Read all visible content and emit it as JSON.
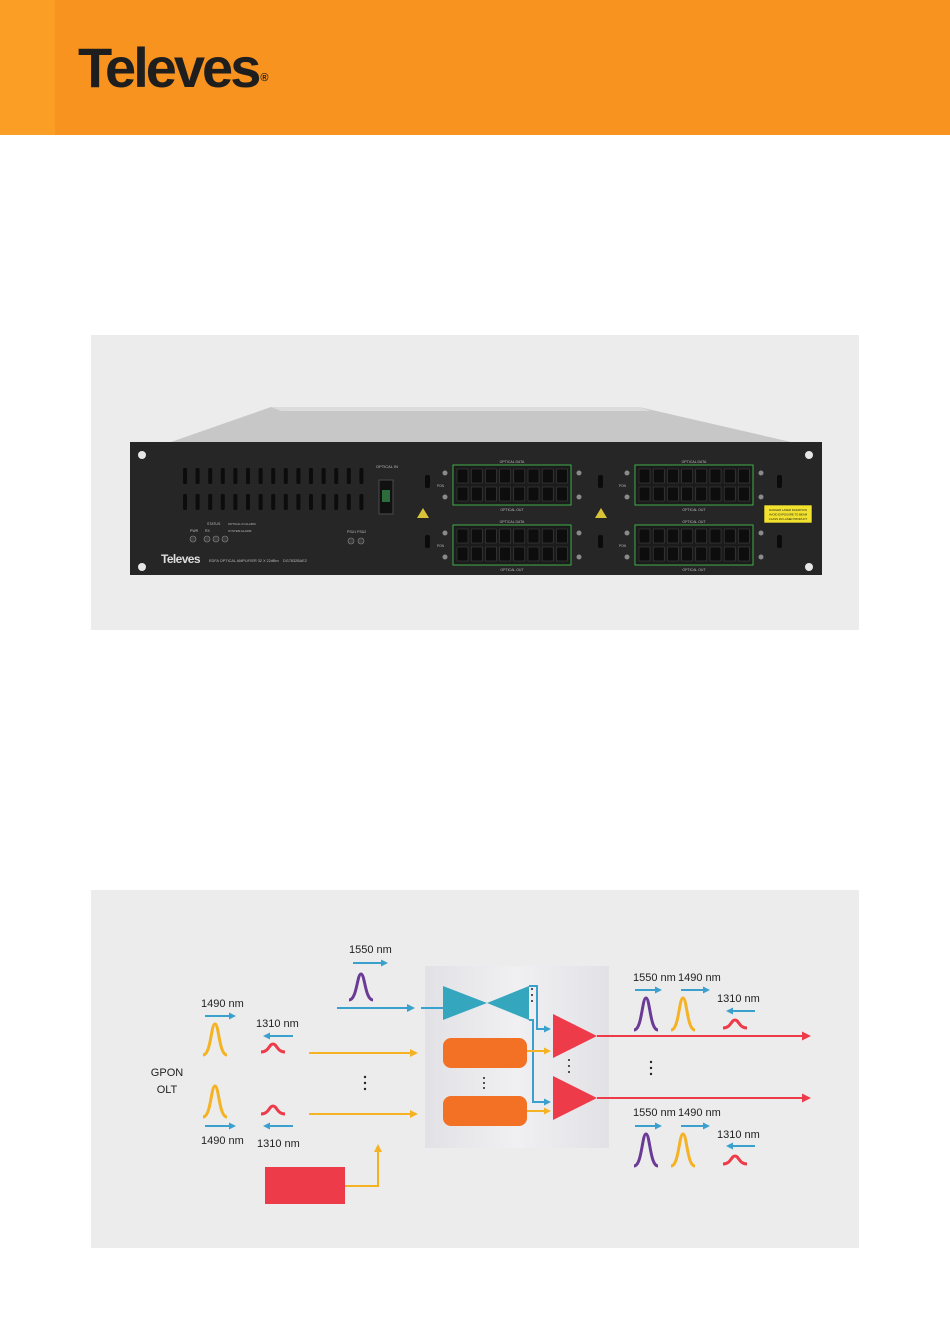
{
  "brand": {
    "name": "Televes",
    "reg_mark": "®"
  },
  "product": {
    "faceplate_logo": "Televes",
    "model_line": "EDFA OPTICAL AMPLIFIER 32 X 22dBm",
    "code": "DG7832BAE2",
    "labels": {
      "optical_in": "OPTICAL IN",
      "status": "STATUS",
      "pwr": "PWR",
      "rx": "RX",
      "optical_in_alarm": "OPTICAL IN ALARM",
      "system_alarm": "SYSTEM ALARM",
      "psu": "PSU1 PSU2",
      "optical_data": "OPTICAL DATA",
      "optical_out": "OPTICAL OUT",
      "pon": "PON",
      "warning": [
        "DANGER LASER RADIATION",
        "AVOID EXPOSURE TO BEAM",
        "CLASS 1M LASER PRODUCT"
      ]
    }
  },
  "diagram": {
    "label_1550": "1550 nm",
    "label_1490": "1490 nm",
    "label_1310": "1310 nm",
    "gpon_line1": "GPON",
    "gpon_line2": "OLT",
    "colors": {
      "blue": "#3aa0cd",
      "yellow": "#f5b324",
      "red": "#ee3b4a",
      "purple": "#6a3a96",
      "orange": "#f27124",
      "teal": "#34a6bd"
    }
  }
}
